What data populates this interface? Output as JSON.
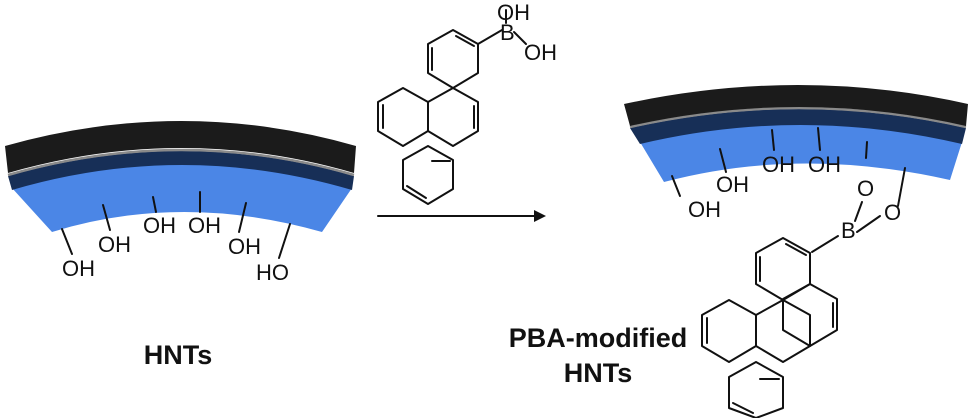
{
  "colors": {
    "outer_layer": "#1b1b1b",
    "gray_line": "#8a8a8a",
    "inner_layer": "#172f57",
    "lumen_layer": "#4b86e6",
    "ink": "#111111"
  },
  "reagent": {
    "oh_top": "OH",
    "b_atom": "B",
    "oh_right": "OH"
  },
  "hnts": {
    "caption": "HNTs",
    "hydroxyls": [
      "OH",
      "OH",
      "OH",
      "OH",
      "OH",
      "HO"
    ]
  },
  "product": {
    "caption_line1": "PBA-modified",
    "caption_line2": "HNTs",
    "hydroxyls": [
      "OH",
      "OH",
      "OH",
      "OH"
    ],
    "ester_o1": "O",
    "ester_o2": "O",
    "b_atom": "B"
  }
}
